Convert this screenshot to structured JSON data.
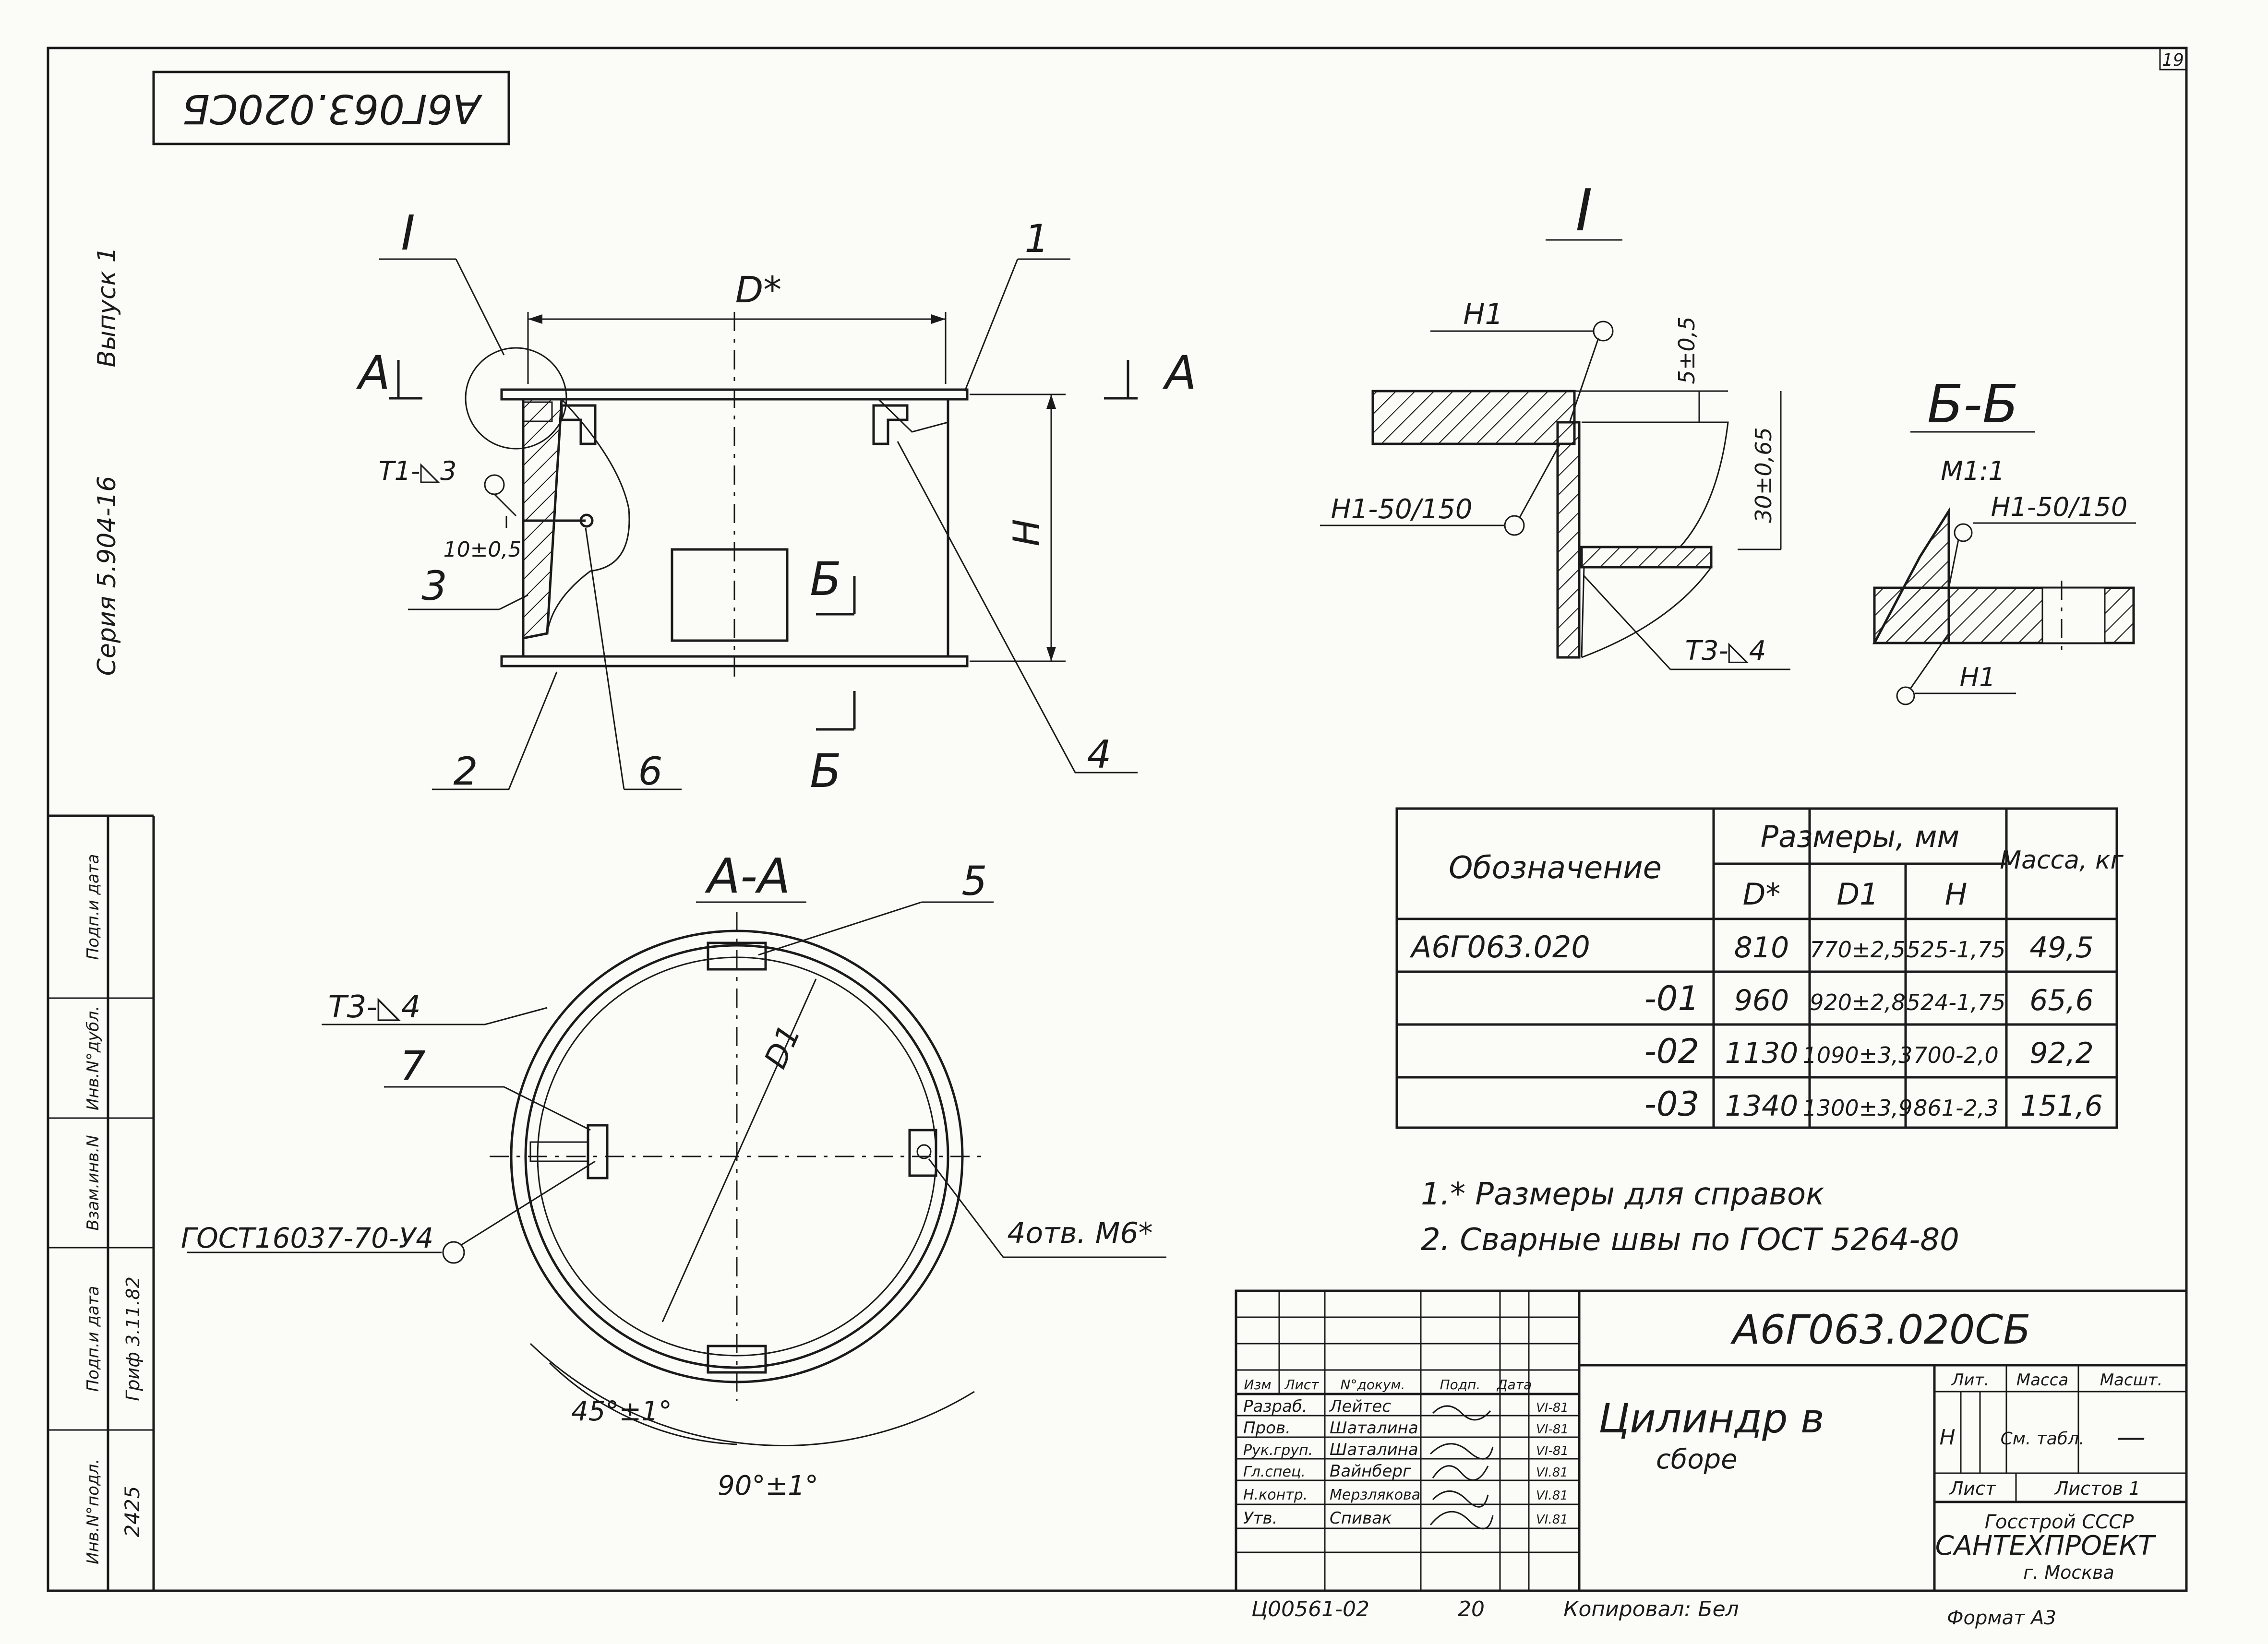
{
  "sheet_number": "19",
  "stamp_code": "А6Г063.020СБ",
  "side": {
    "vypusk": "Выпуск 1",
    "seriya": "Серия 5.904-16",
    "block_headers": [
      "Инв.N°подл.",
      "Подп.и дата",
      "Взам.инв.N",
      "Инв.N°дубл.",
      "Подп.и дата"
    ],
    "inv_number": "2425",
    "signature_date": "Гриф 3.11.82"
  },
  "main_view": {
    "view_ref": "I",
    "dim_d": "D*",
    "dim_h": "H",
    "section_a": "А",
    "section_b": "Б",
    "weld_t1": "Т1-◺3",
    "dim_10": "10±0,5",
    "pos": [
      "1",
      "2",
      "3",
      "4",
      "6"
    ]
  },
  "section_aa": {
    "title": "А-А",
    "weld_t3": "Т3-◺4",
    "pos_7": "7",
    "pos_5": "5",
    "dim_d1": "D1",
    "gost_weld": "ГОСТ16037-70-У4",
    "holes": "4отв. М6*",
    "angle_45": "45°±1°",
    "angle_90": "90°±1°"
  },
  "detail_i": {
    "title": "I",
    "h1": "Н1",
    "h1_50": "Н1-50/150",
    "dim_5": "5±0,5",
    "dim_30": "30±0,65",
    "t3": "Т3-◺4"
  },
  "section_bb": {
    "title": "Б-Б",
    "scale": "М1:1",
    "h1_50": "Н1-50/150",
    "h1": "Н1"
  },
  "spec_table": {
    "col_designation": "Обозначение",
    "col_sizes": "Размеры, мм",
    "col_mass": "Масса, кг",
    "sub_cols": [
      "D*",
      "D1",
      "H"
    ],
    "rows": [
      {
        "designation": "А6Г063.020",
        "d": "810",
        "d1": "770±2,5",
        "h": "525-1,75",
        "mass": "49,5"
      },
      {
        "designation": "-01",
        "d": "960",
        "d1": "920±2,8",
        "h": "524-1,75",
        "mass": "65,6"
      },
      {
        "designation": "-02",
        "d": "1130",
        "d1": "1090±3,3",
        "h": "700-2,0",
        "mass": "92,2"
      },
      {
        "designation": "-03",
        "d": "1340",
        "d1": "1300±3,9",
        "h": "861-2,3",
        "mass": "151,6"
      }
    ]
  },
  "notes": [
    "1.* Размеры для справок",
    "2. Сварные швы по ГОСТ 5264-80"
  ],
  "title_block": {
    "code": "А6Г063.020СБ",
    "name_line1": "Цилиндр в",
    "name_line2": "сборе",
    "head": [
      "Изм",
      "Лист",
      "N°докум.",
      "Подп.",
      "Дата"
    ],
    "staff": [
      {
        "role": "Разраб.",
        "name": "Лейтес",
        "date": "VI-81"
      },
      {
        "role": "Пров.",
        "name": "Шаталина",
        "date": "VI-81"
      },
      {
        "role": "Рук.груп.",
        "name": "Шаталина",
        "date": "VI-81"
      },
      {
        "role": "Гл.спец.",
        "name": "Вайнберг",
        "date": "VI.81"
      },
      {
        "role": "Н.контр.",
        "name": "Мерзлякова",
        "date": "VI.81"
      },
      {
        "role": "Утв.",
        "name": "Спивак",
        "date": "VI.81"
      }
    ],
    "lit_label": "Лит.",
    "mass_label": "Масса",
    "scale_label": "Масшт.",
    "lit_value": "Н",
    "mass_value": "См. табл.",
    "scale_value": "—",
    "sheet_label": "Лист",
    "sheets_label": "Листов 1",
    "org1": "Госстрой СССР",
    "org2": "САНТЕХПРОЕКТ",
    "org3": "г. Москва"
  },
  "footer": {
    "doc": "Ц00561-02",
    "num": "20",
    "copied": "Копировал: Бел",
    "format": "Формат А3"
  }
}
